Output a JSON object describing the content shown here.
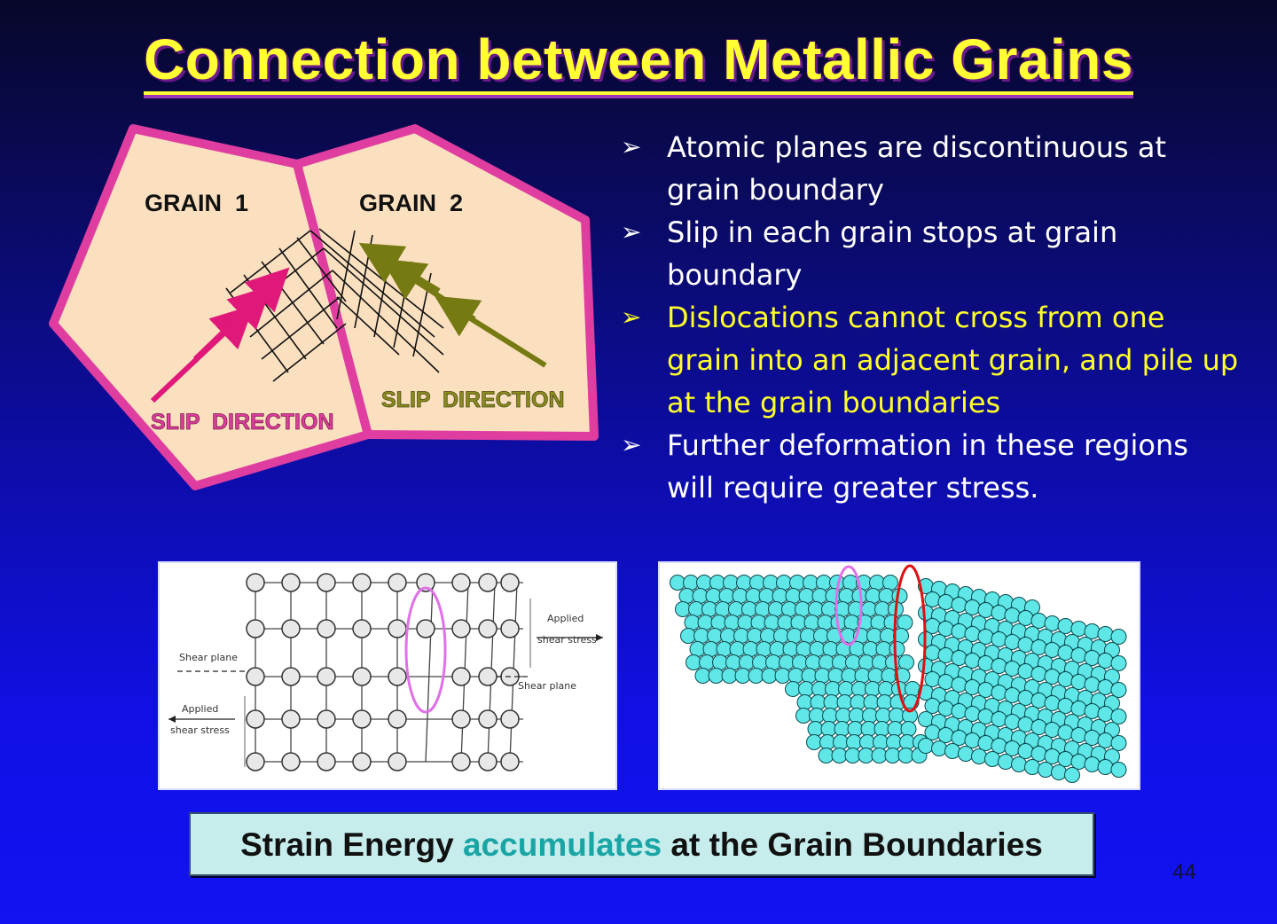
{
  "slide": {
    "title": "Connection between Metallic Grains",
    "page_number": "44",
    "colors": {
      "title": "#ffff33",
      "highlight": "#ffff2a",
      "accent": "#1aa5a5"
    }
  },
  "bullets": [
    {
      "marker": "➢",
      "text": "Atomic planes are discontinuous at",
      "text2": "grain boundary"
    },
    {
      "marker": "➢",
      "text": "Slip in each grain stops at grain",
      "text2": "boundary"
    },
    {
      "marker": "➢",
      "text": "Dislocations cannot cross from one",
      "text2": "grain into an adjacent grain, and pile up",
      "text3": "at the grain boundaries",
      "highlighted": true
    },
    {
      "marker": "➢",
      "text": "Further deformation in these regions",
      "text2": "will require greater stress."
    }
  ],
  "grain_diagram": {
    "grain1_label": "GRAIN  1",
    "grain2_label": "GRAIN  2",
    "slip1_label": "SLIP  DIRECTION",
    "slip2_label": "SLIP  DIRECTION"
  },
  "lattice_figure": {
    "shear_plane_left": "Shear plane",
    "applied_left_1": "Applied",
    "applied_left_2": "shear stress",
    "applied_right_1": "Applied",
    "applied_right_2": "shear stress",
    "shear_plane_right": "Shear plane"
  },
  "banner": {
    "part1": "Strain Energy ",
    "accent": "accumulates",
    "part2": " at the Grain Boundaries"
  }
}
